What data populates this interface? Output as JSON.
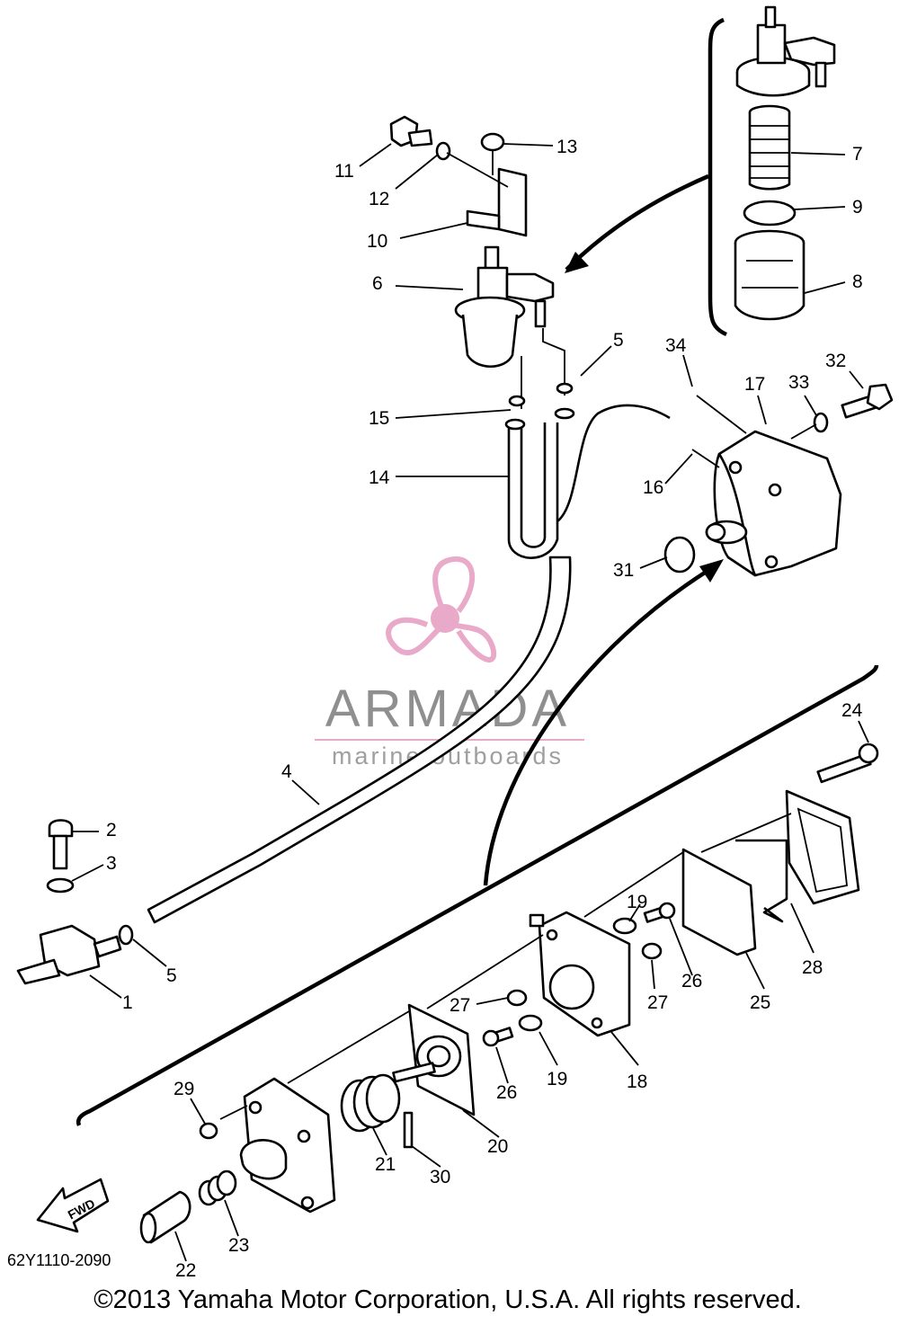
{
  "diagram_code": "62Y1110-2090",
  "copyright": "©2013 Yamaha Motor Corporation, U.S.A. All rights reserved.",
  "watermark": {
    "brand": "ARMADA",
    "tagline": "marine outboards",
    "colors": {
      "propeller": "#e7a6c6",
      "hub": "#e7a6c6",
      "brand_text": "#8a8a8a",
      "underline": "#e7a6c6"
    }
  },
  "fwd_label": "FWD",
  "callouts": [
    {
      "id": "c1",
      "label": "1"
    },
    {
      "id": "c2",
      "label": "2"
    },
    {
      "id": "c3",
      "label": "3"
    },
    {
      "id": "c4",
      "label": "4"
    },
    {
      "id": "c5a",
      "label": "5"
    },
    {
      "id": "c5b",
      "label": "5"
    },
    {
      "id": "c6",
      "label": "6"
    },
    {
      "id": "c7",
      "label": "7"
    },
    {
      "id": "c8",
      "label": "8"
    },
    {
      "id": "c9",
      "label": "9"
    },
    {
      "id": "c10",
      "label": "10"
    },
    {
      "id": "c11",
      "label": "11"
    },
    {
      "id": "c12",
      "label": "12"
    },
    {
      "id": "c13",
      "label": "13"
    },
    {
      "id": "c14",
      "label": "14"
    },
    {
      "id": "c15",
      "label": "15"
    },
    {
      "id": "c16",
      "label": "16"
    },
    {
      "id": "c17",
      "label": "17"
    },
    {
      "id": "c18",
      "label": "18"
    },
    {
      "id": "c19a",
      "label": "19"
    },
    {
      "id": "c19b",
      "label": "19"
    },
    {
      "id": "c20",
      "label": "20"
    },
    {
      "id": "c21",
      "label": "21"
    },
    {
      "id": "c22",
      "label": "22"
    },
    {
      "id": "c23",
      "label": "23"
    },
    {
      "id": "c24",
      "label": "24"
    },
    {
      "id": "c25",
      "label": "25"
    },
    {
      "id": "c26a",
      "label": "26"
    },
    {
      "id": "c26b",
      "label": "26"
    },
    {
      "id": "c27a",
      "label": "27"
    },
    {
      "id": "c27b",
      "label": "27"
    },
    {
      "id": "c28",
      "label": "28"
    },
    {
      "id": "c29",
      "label": "29"
    },
    {
      "id": "c30",
      "label": "30"
    },
    {
      "id": "c31",
      "label": "31"
    },
    {
      "id": "c32",
      "label": "32"
    },
    {
      "id": "c33",
      "label": "33"
    },
    {
      "id": "c34",
      "label": "34"
    }
  ]
}
